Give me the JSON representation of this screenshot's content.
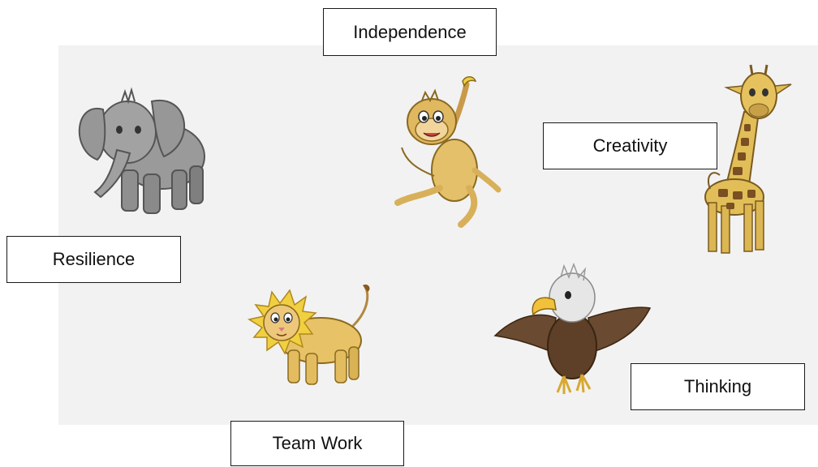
{
  "labels": {
    "independence": "Independence",
    "creativity": "Creativity",
    "resilience": "Resilience",
    "thinking": "Thinking",
    "team_work": "Team Work"
  },
  "colors": {
    "panel": "#f2f2f2",
    "elephant": "#9a9a9a",
    "monkey": "#e4c06a",
    "giraffe": "#e2be58",
    "giraffe_spots": "#7a4f22",
    "lion_mane": "#f0d040",
    "lion_body": "#e8c266",
    "eagle_body": "#6a4a30",
    "eagle_head": "#e6e6e6",
    "beak": "#f2c13b"
  },
  "animals": [
    "elephant-illustration",
    "monkey-illustration",
    "giraffe-illustration",
    "lion-illustration",
    "eagle-illustration"
  ]
}
